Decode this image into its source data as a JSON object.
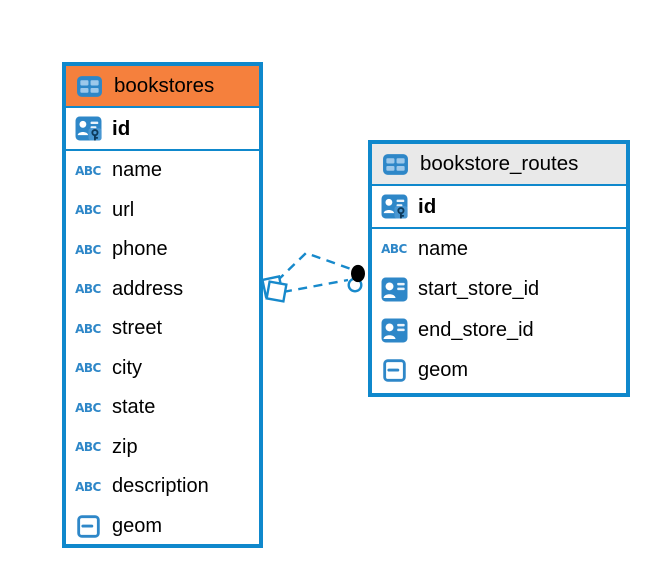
{
  "diagram": {
    "kind": "entity-relationship-diagram",
    "colors": {
      "table_border": "#0f88cc",
      "header_orange": "#f5803d",
      "header_gray": "#e9e9e9",
      "icon_blue": "#2e87c8",
      "line_blue": "#1789cb",
      "text": "#000000",
      "background": "#ffffff"
    },
    "icons": {
      "text_type_glyph": "ABC",
      "table_icon": "table-grid",
      "primary_key_icon": "person-with-key",
      "reference_icon": "person-card",
      "geometry_icon": "box-dash"
    },
    "tables": [
      {
        "name": "bookstores",
        "header_style": "orange",
        "primary_key": {
          "name": "id"
        },
        "columns": [
          {
            "name": "name",
            "type": "text"
          },
          {
            "name": "url",
            "type": "text"
          },
          {
            "name": "phone",
            "type": "text"
          },
          {
            "name": "address",
            "type": "text"
          },
          {
            "name": "street",
            "type": "text"
          },
          {
            "name": "city",
            "type": "text"
          },
          {
            "name": "state",
            "type": "text"
          },
          {
            "name": "zip",
            "type": "text"
          },
          {
            "name": "description",
            "type": "text"
          },
          {
            "name": "geom",
            "type": "geometry"
          }
        ]
      },
      {
        "name": "bookstore_routes",
        "header_style": "gray",
        "primary_key": {
          "name": "id"
        },
        "columns": [
          {
            "name": "name",
            "type": "text"
          },
          {
            "name": "start_store_id",
            "type": "reference"
          },
          {
            "name": "end_store_id",
            "type": "reference"
          },
          {
            "name": "geom",
            "type": "geometry"
          }
        ]
      }
    ],
    "relationships": [
      {
        "from": "bookstore_routes.start_store_id",
        "to": "bookstores.id",
        "style": "dashed"
      },
      {
        "from": "bookstore_routes.end_store_id",
        "to": "bookstores.id",
        "style": "dashed"
      }
    ]
  }
}
